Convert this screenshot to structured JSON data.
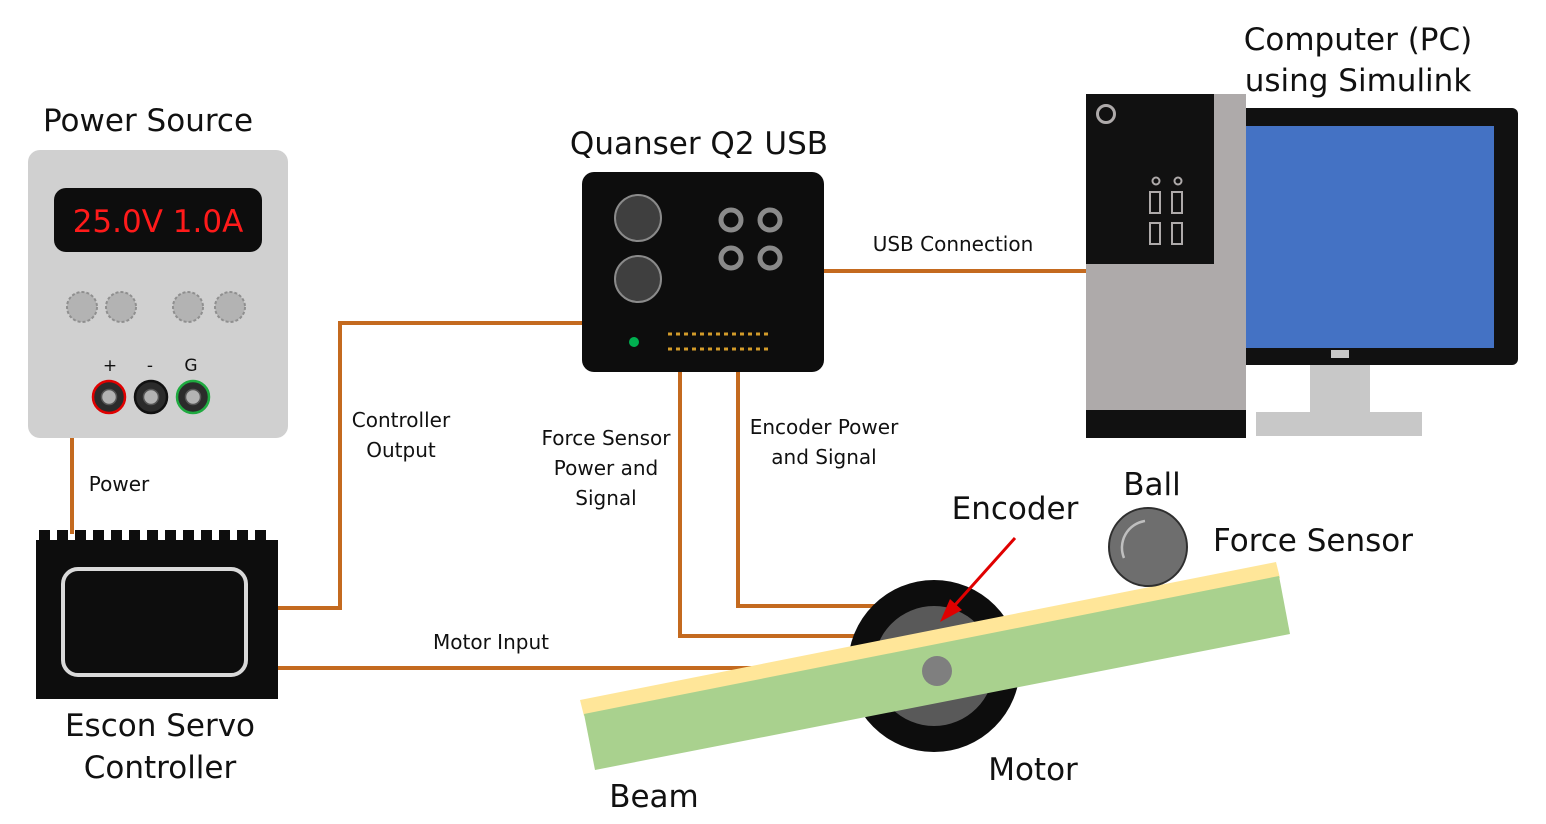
{
  "colors": {
    "wire": "#c46a1f",
    "screen_blue": "#4472c4",
    "readout_red": "#ff1a1a",
    "beam_green": "#a9d18e",
    "beam_yellow": "#ffe699",
    "arrow_red": "#e00000",
    "terminal_plus": "#e00000",
    "terminal_ground": "#1faa40",
    "status_led": "#00b050",
    "header_pins": "#d29b2a"
  },
  "labels": {
    "power_source": "Power Source",
    "quanser": "Quanser Q2 USB",
    "computer_line1": "Computer (PC)",
    "computer_line2": "using Simulink",
    "escon_line1": "Escon Servo",
    "escon_line2": "Controller",
    "encoder": "Encoder",
    "ball": "Ball",
    "force_sensor": "Force Sensor",
    "motor": "Motor",
    "beam": "Beam"
  },
  "connections": {
    "power": "Power",
    "controller_output_line1": "Controller",
    "controller_output_line2": "Output",
    "force_sensor_line1": "Force Sensor",
    "force_sensor_line2": "Power and",
    "force_sensor_line3": "Signal",
    "encoder_line1": "Encoder Power",
    "encoder_line2": "and Signal",
    "usb": "USB Connection",
    "motor_input": "Motor Input"
  },
  "power_supply": {
    "readout": "25.0V 1.0A",
    "terminal_plus": "+",
    "terminal_minus": "-",
    "terminal_ground": "G"
  },
  "icons": {
    "computer": "desktop-computer-icon",
    "power": "bench-power-supply-icon",
    "daq": "daq-board-icon",
    "servo": "servo-controller-icon"
  }
}
